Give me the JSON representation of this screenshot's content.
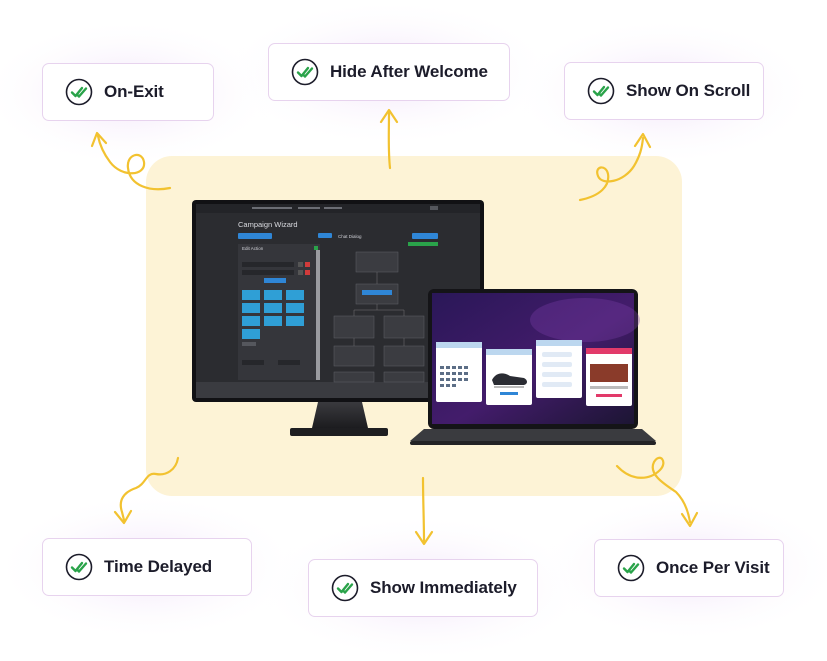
{
  "features": [
    {
      "id": "on-exit",
      "label": "On-Exit"
    },
    {
      "id": "hide-after-welcome",
      "label": "Hide After Welcome"
    },
    {
      "id": "show-on-scroll",
      "label": "Show On Scroll"
    },
    {
      "id": "time-delayed",
      "label": "Time Delayed"
    },
    {
      "id": "show-immediately",
      "label": "Show Immediately"
    },
    {
      "id": "once-per-visit",
      "label": "Once Per Visit"
    }
  ],
  "monitor_screen": {
    "title": "Campaign Wizard",
    "tab_label": "Chat Dialog",
    "panel_title": "Edit Action"
  },
  "colors": {
    "panel": "#fdf3d6",
    "check": "#2aa34a",
    "card_border": "#e7d3ee",
    "arrow": "#f2c230",
    "glow": "#f3e4fa"
  },
  "icons": {
    "feature_marker": "double-check-icon"
  }
}
